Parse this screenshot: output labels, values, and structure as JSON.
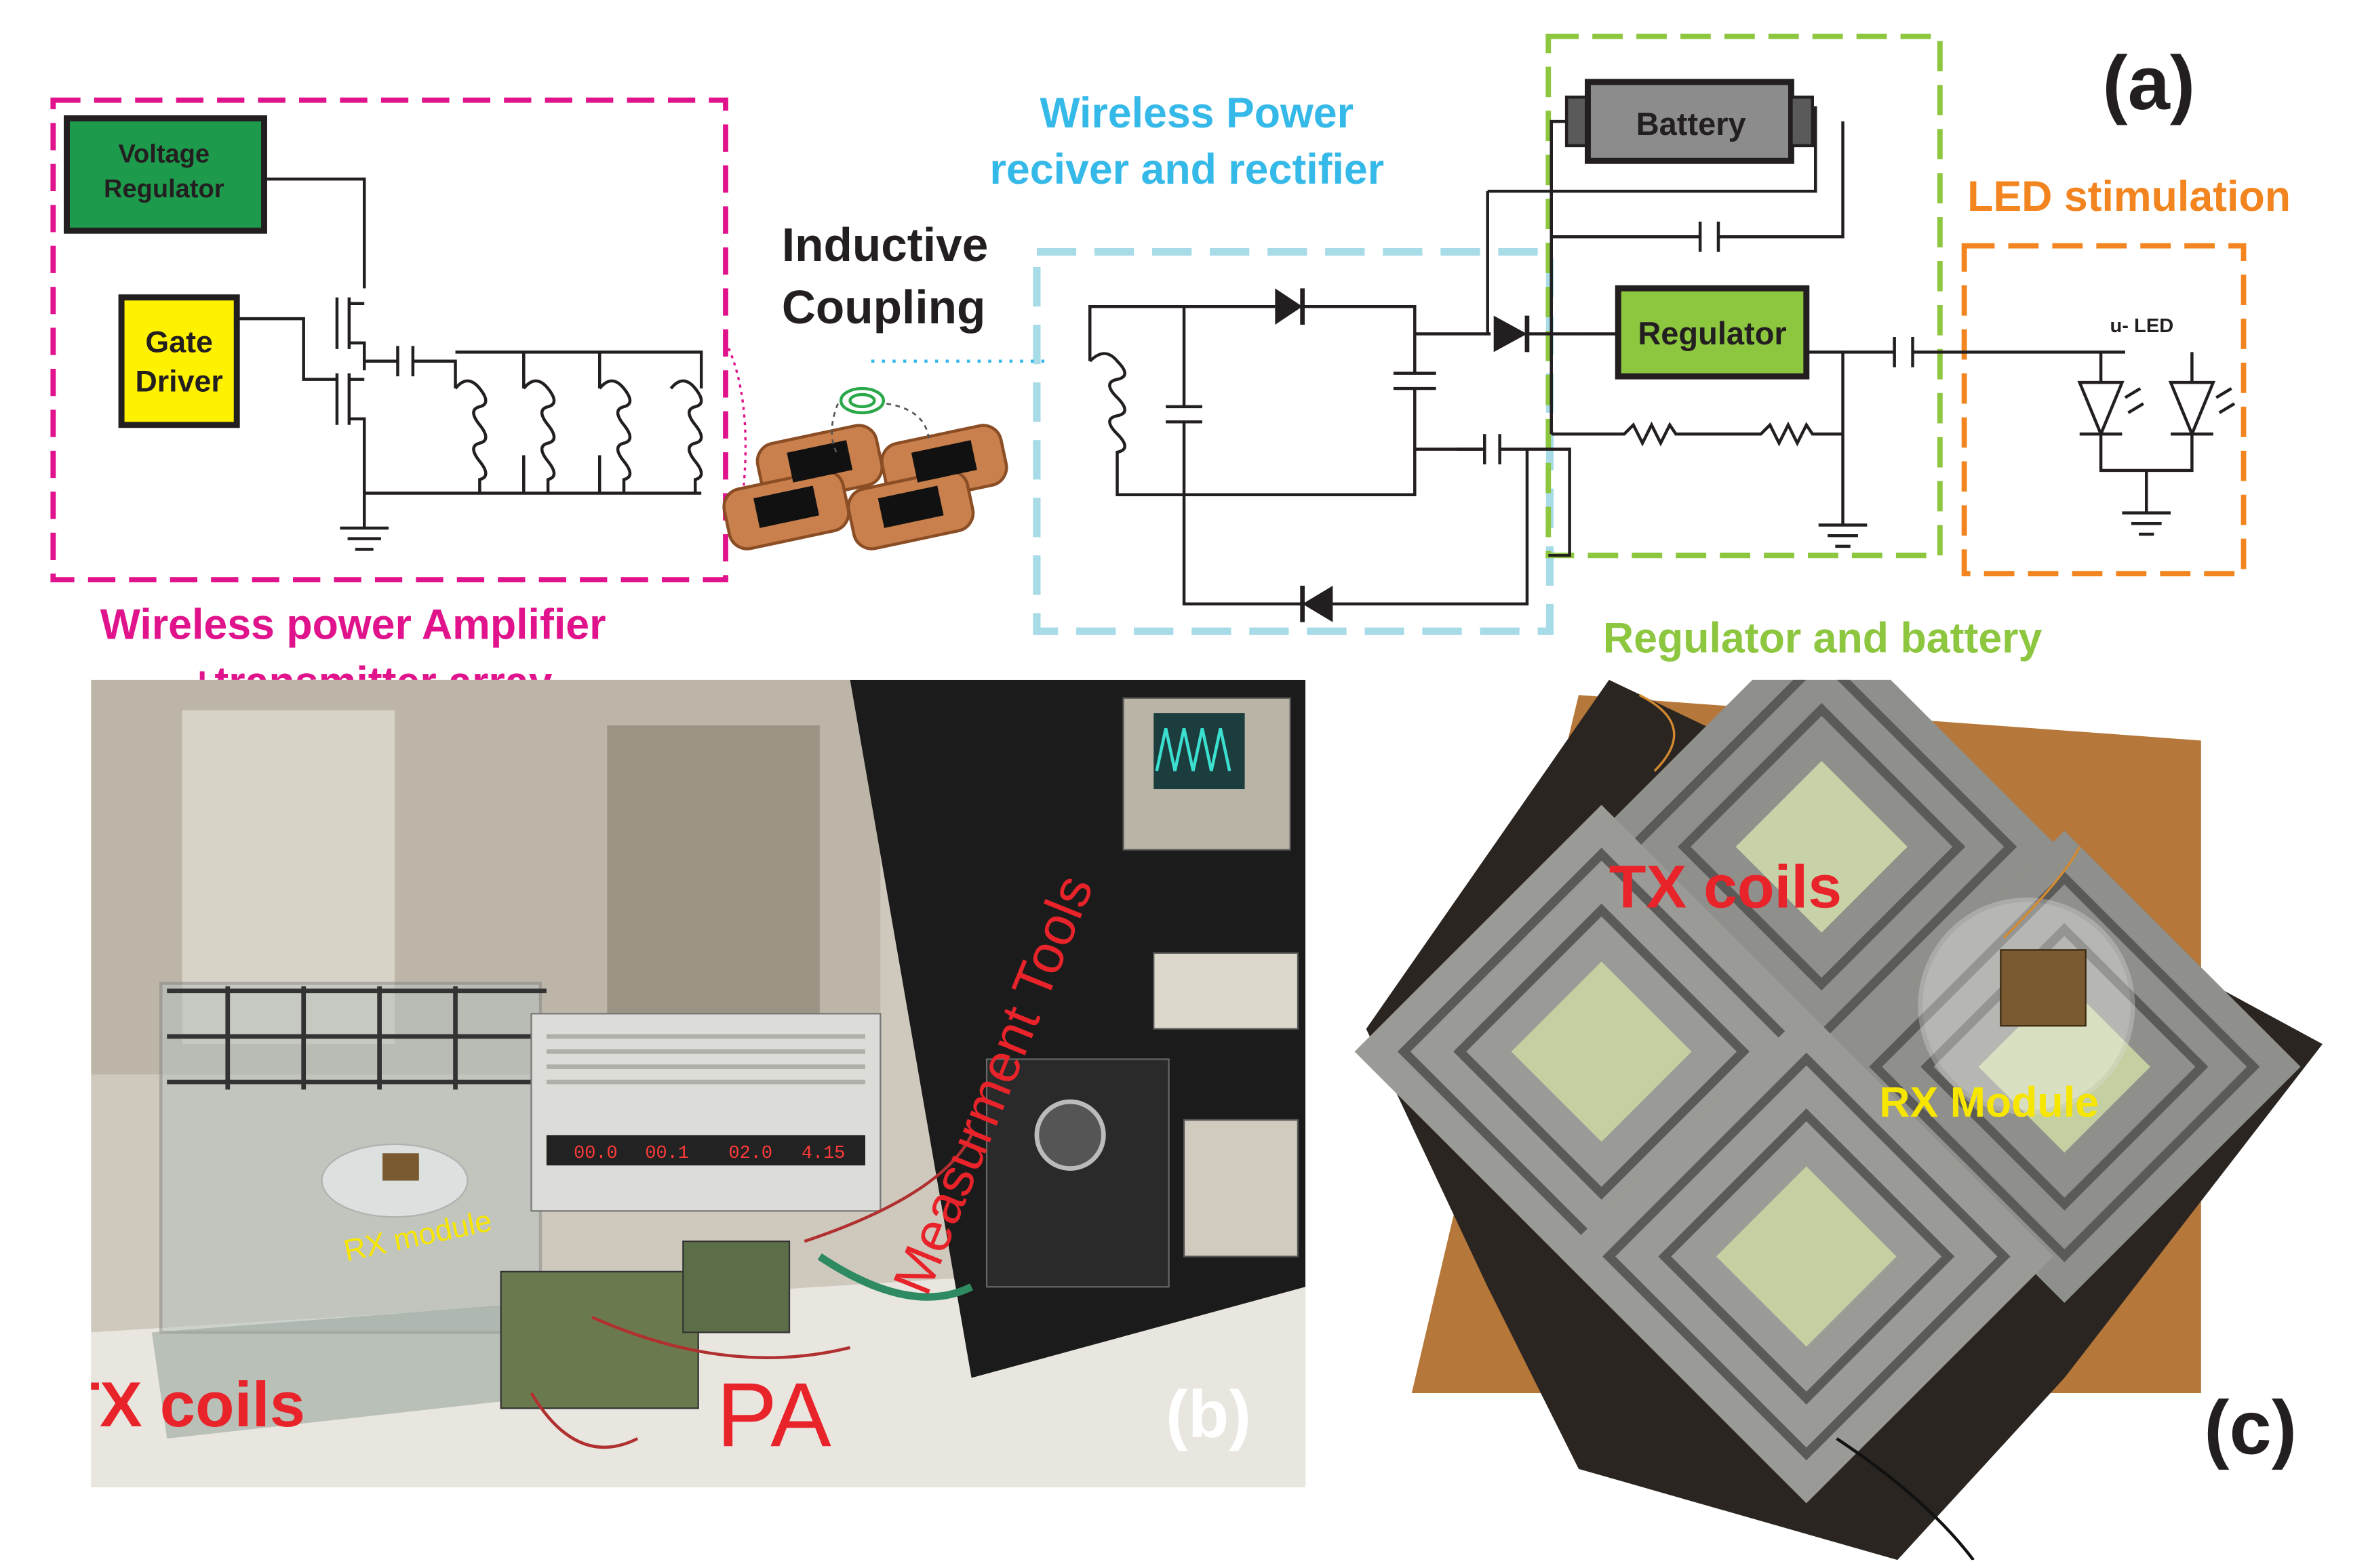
{
  "panel_labels": {
    "a": "(a)",
    "b": "(b)",
    "c": "(c)"
  },
  "schematic": {
    "amplifier_block_label": [
      "Wireless power Amplifier",
      "+transmitter array"
    ],
    "voltage_regulator": [
      "Voltage",
      "Regulator"
    ],
    "gate_driver": [
      "Gate",
      "Driver"
    ],
    "inductive_coupling": [
      "Inductive",
      "Coupling"
    ],
    "receiver_block_label": [
      "Wireless Power",
      "reciver and rectifier"
    ],
    "battery": "Battery",
    "regulator": "Regulator",
    "regulator_battery_label": "Regulator and battery",
    "led_block_label": "LED stimulation",
    "uled_label": "u- LED"
  },
  "photo_b": {
    "measurement_tools": "Measurment Tools",
    "rx_module": "RX module",
    "tx_coils": "TX coils",
    "pa": "PA",
    "ps_display": [
      "00.0",
      "00.1",
      "02.0",
      "4.15"
    ]
  },
  "photo_c": {
    "tx_coils": "TX coils",
    "rx_module": "RX Module"
  },
  "colors": {
    "amplifier": "#e0138c",
    "receiver": "#35b9e8",
    "regulator_battery": "#8dc63f",
    "led": "#f2851f",
    "voltage_regulator_fill": "#1e9a4c",
    "gate_driver_fill": "#fff200",
    "regulator_fill": "#8dc63f",
    "battery_fill": "#8c8c8c",
    "photo_label_red": "#e8232a",
    "photo_label_yellow": "#f7e600"
  }
}
